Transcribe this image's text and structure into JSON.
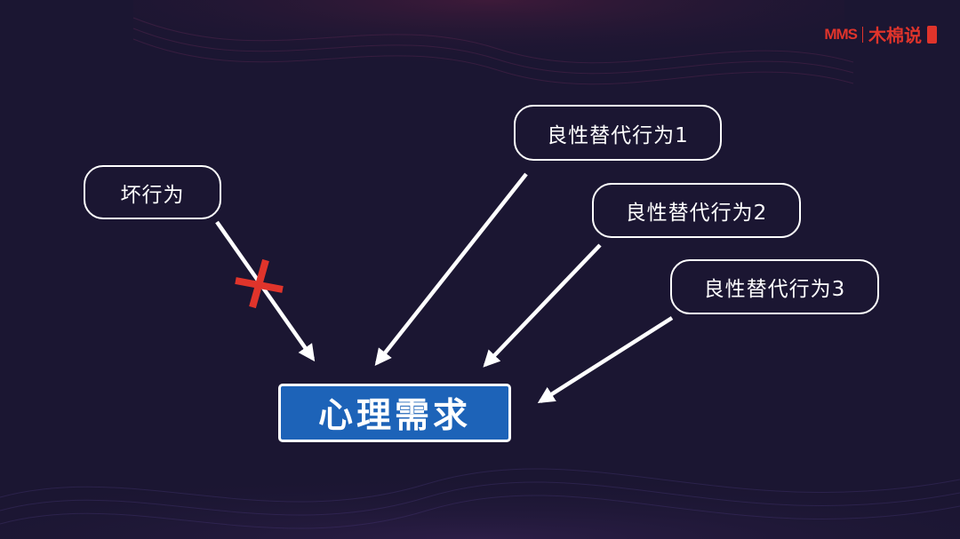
{
  "logo": {
    "brand": "MMS",
    "name": "木棉说"
  },
  "nodes": {
    "bad": "坏行为",
    "good1": "良性替代行为1",
    "good2": "良性替代行为2",
    "good3": "良性替代行为3"
  },
  "center": {
    "label": "心理需求"
  },
  "colors": {
    "background": "#1b1632",
    "center_fill": "#1d63b8",
    "cross": "#e0342b",
    "logo": "#e0342b"
  }
}
